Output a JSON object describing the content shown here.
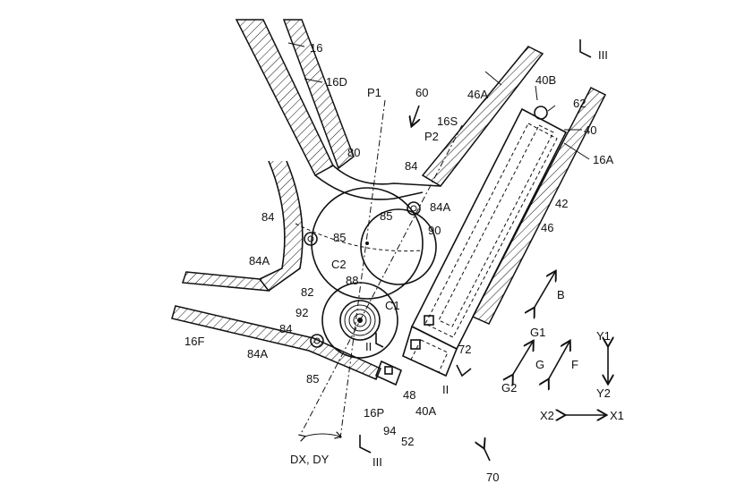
{
  "labels": {
    "16": "16",
    "16D": "16D",
    "P1": "P1",
    "60": "60",
    "16S": "16S",
    "46A": "46A",
    "40B": "40B",
    "62": "62",
    "40": "40",
    "16A": "16A",
    "P2": "P2",
    "80": "80",
    "84_top": "84",
    "84A_top": "84A",
    "85_top": "85",
    "90": "90",
    "42": "42",
    "46": "46",
    "84_left": "84",
    "85_left": "85",
    "84A_left": "84A",
    "C2": "C2",
    "88": "88",
    "82": "82",
    "92": "92",
    "C1": "C1",
    "84_bot": "84",
    "84A_bot": "84A",
    "16F": "16F",
    "85_bot": "85",
    "II_left": "II",
    "72": "72",
    "II_right": "II",
    "48": "48",
    "40A": "40A",
    "16P": "16P",
    "94": "94",
    "52": "52",
    "DXDY": "DX, DY",
    "III_bot": "III",
    "III_top": "III",
    "70": "70",
    "B": "B",
    "G1": "G1",
    "G": "G",
    "F": "F",
    "G2": "G2",
    "Y1": "Y1",
    "Y2": "Y2",
    "X2": "X2",
    "X1": "X1"
  }
}
